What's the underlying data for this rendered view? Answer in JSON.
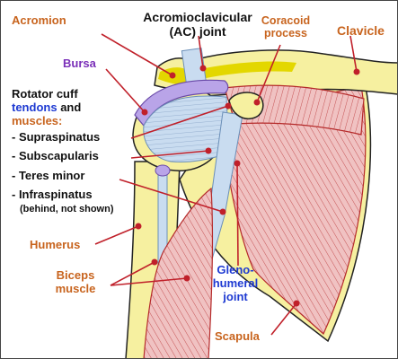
{
  "labels": {
    "acromion": "Acromion",
    "ac_joint_line1": "Acromioclavicular",
    "ac_joint_line2": "(AC) joint",
    "coracoid_line1": "Coracoid",
    "coracoid_line2": "process",
    "clavicle": "Clavicle",
    "bursa": "Bursa",
    "rotator_cuff": "Rotator cuff",
    "tendons": "tendons",
    "and": "and",
    "muscles": "muscles:",
    "supraspinatus": "- Supraspinatus",
    "subscapularis": "- Subscapularis",
    "teres_minor": "- Teres minor",
    "infraspinatus": "- Infraspinatus",
    "infraspinatus_note": "(behind, not shown)",
    "humerus": "Humerus",
    "biceps_line1": "Biceps",
    "biceps_line2": "muscle",
    "gleno_line1": "Gleno-",
    "gleno_line2": "humeral",
    "gleno_line3": "joint",
    "scapula": "Scapula"
  },
  "colors": {
    "orange_label": "#c8641e",
    "purple_label": "#7a2fb8",
    "blue_label": "#1e3ad2",
    "bone": "#f6f0a0",
    "cartilage": "#e3d700",
    "muscle": "#f0c2c2",
    "muscle_stroke": "#b52a2a",
    "tendon": "#c9dcf0",
    "bursa": "#b9a4e8",
    "pointer": "#c0202a"
  }
}
